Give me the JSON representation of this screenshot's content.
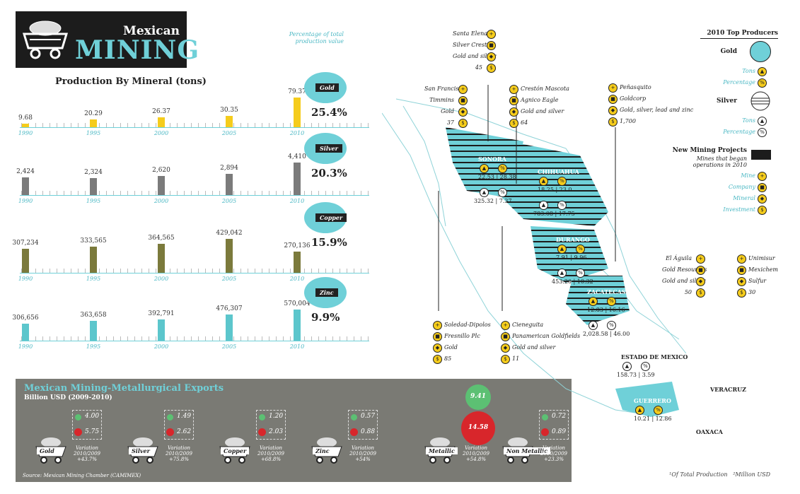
{
  "header": {
    "title_top": "Mexican",
    "title_main": "MINING"
  },
  "production_heading": "Production By Mineral (tons)",
  "percentage_note": "Percentage of total production value",
  "chart_data": {
    "type": "bar",
    "categories": [
      "1990",
      "1995",
      "2000",
      "2005",
      "2010"
    ],
    "series": [
      {
        "name": "Gold",
        "values": [
          9.68,
          20.29,
          26.37,
          30.35,
          79.37
        ],
        "labels": [
          "9.68",
          "20.29",
          "26.37",
          "30.35",
          "79.37"
        ],
        "share": "25.4%",
        "color": "#f5cc1c"
      },
      {
        "name": "Silver",
        "values": [
          2424,
          2324,
          2620,
          2894,
          4410
        ],
        "labels": [
          "2,424",
          "2,324",
          "2,620",
          "2,894",
          "4,410"
        ],
        "share": "20.3%",
        "color": "#7b7b7b"
      },
      {
        "name": "Copper",
        "values": [
          307234,
          333565,
          364565,
          429042,
          270136
        ],
        "labels": [
          "307,234",
          "333,565",
          "364,565",
          "429,042",
          "270,136"
        ],
        "share": "15.9%",
        "color": "#7b7a3c"
      },
      {
        "name": "Zinc",
        "values": [
          306656,
          363658,
          392791,
          476307,
          570004
        ],
        "labels": [
          "306,656",
          "363,658",
          "392,791",
          "476,307",
          "570,004"
        ],
        "share": "9.9%",
        "color": "#5cc6cc"
      }
    ]
  },
  "exports": {
    "title": "Mexican Mining-Metallurgical Exports",
    "subtitle": "Billion USD (2009-2010)",
    "source": "Source: Mexican Mining Chamber (CAMIMEX)",
    "variation_label": "Variation 2010/2009",
    "items": [
      {
        "name": "Gold",
        "v2009": "4.00",
        "v2010": "5.75",
        "var": "+43.7%"
      },
      {
        "name": "Silver",
        "v2009": "1.49",
        "v2010": "2.62",
        "var": "+75.8%"
      },
      {
        "name": "Copper",
        "v2009": "1.20",
        "v2010": "2.03",
        "var": "+68.8%"
      },
      {
        "name": "Zinc",
        "v2009": "0.57",
        "v2010": "0.88",
        "var": "+54%"
      },
      {
        "name": "Metallic",
        "v2009": "9.41",
        "v2010": "14.58",
        "var": "+54.8%"
      },
      {
        "name": "Non Metallic",
        "v2009": "0.72",
        "v2010": "0.89",
        "var": "+23.3%"
      }
    ]
  },
  "legend": {
    "producers_title": "2010 Top Producers",
    "gold": "Gold",
    "silver": "Silver",
    "tons": "Tons",
    "percentage": "Percentage",
    "projects_title": "New Mining Projects",
    "projects_sub": "Mines that began operations in 2010",
    "mine": "Mine",
    "company": "Company",
    "mineral": "Mineral",
    "investment": "Investment"
  },
  "map": {
    "projects": [
      {
        "mine": "Santa Elena",
        "company": "Silver Crest",
        "mineral": "Gold and silver",
        "investment": "45"
      },
      {
        "mine": "San Francisco",
        "company": "Timmins",
        "mineral": "Gold",
        "investment": "37"
      },
      {
        "mine": "Crestón Mascota",
        "company": "Agnico Eagle",
        "mineral": "Gold and silver",
        "investment": "64"
      },
      {
        "mine": "Peñasquito",
        "company": "Goldcorp",
        "mineral": "Gold, silver, lead and zinc",
        "investment": "1,700"
      },
      {
        "mine": "Soledad-Dipolos",
        "company": "Fresnillo Plc",
        "mineral": "Gold",
        "investment": "85"
      },
      {
        "mine": "Cieneguita",
        "company": "Panamerican Goldfields",
        "mineral": "Gold and silver",
        "investment": "11"
      },
      {
        "mine": "El Águila",
        "company": "Gold Resources",
        "mineral": "Gold and silver",
        "investment": "50"
      },
      {
        "mine": "Unimisur",
        "company": "Mexichem",
        "mineral": "Sulfur",
        "investment": "30"
      }
    ],
    "states": [
      {
        "name": "SONORA",
        "gold": "22.53",
        "gold_pct": "28.38",
        "silver": "325.32",
        "silver_pct": "7.37"
      },
      {
        "name": "CHIHUAHUA",
        "gold": "18.25",
        "gold_pct": "23.0",
        "silver": "783.08",
        "silver_pct": "17.75"
      },
      {
        "name": "DURANGO",
        "gold": "7.91",
        "gold_pct": "9.96",
        "silver": "453.20",
        "silver_pct": "10.32"
      },
      {
        "name": "ZACATECAS",
        "gold": "12.83",
        "gold_pct": "16.16",
        "silver": "2,028.58",
        "silver_pct": "46.00"
      },
      {
        "name": "ESTADO DE MEXICO",
        "gold": "",
        "gold_pct": "",
        "silver": "158.73",
        "silver_pct": "3.59"
      },
      {
        "name": "GUERRERO",
        "gold": "10.21",
        "gold_pct": "12.86",
        "silver": "",
        "silver_pct": ""
      }
    ],
    "other_labels": [
      "VERACRUZ",
      "OAXACA"
    ]
  },
  "footnotes": {
    "one": "Of Total Production",
    "two": "Million USD"
  }
}
